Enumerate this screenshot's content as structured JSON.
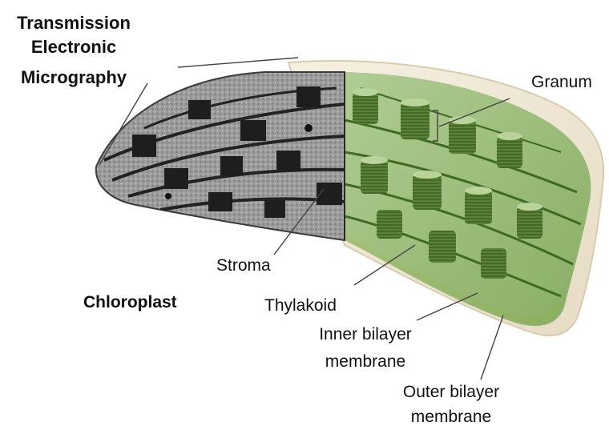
{
  "labels": {
    "tem_line1": "Transmission",
    "tem_line2": "Electronic",
    "tem_line3": "Micrography",
    "granum": "Granum",
    "stroma": "Stroma",
    "chloroplast": "Chloroplast",
    "thylakoid": "Thylakoid",
    "inner_line1": "Inner bilayer",
    "inner_line2": "membrane",
    "outer_line1": "Outer bilayer",
    "outer_line2": "membrane"
  },
  "colors": {
    "background": "#ffffff",
    "micrograph_gray": "#8c8c8c",
    "micrograph_dark": "#1e1e1e",
    "thylakoid_green": "#5f8a3c",
    "granum_green": "#7fa85a",
    "inner_membrane_yellow": "#e8d85a",
    "outer_envelope": "#eee6d2"
  },
  "icons": {
    "diagram": "chloroplast-cutaway-illustration"
  }
}
